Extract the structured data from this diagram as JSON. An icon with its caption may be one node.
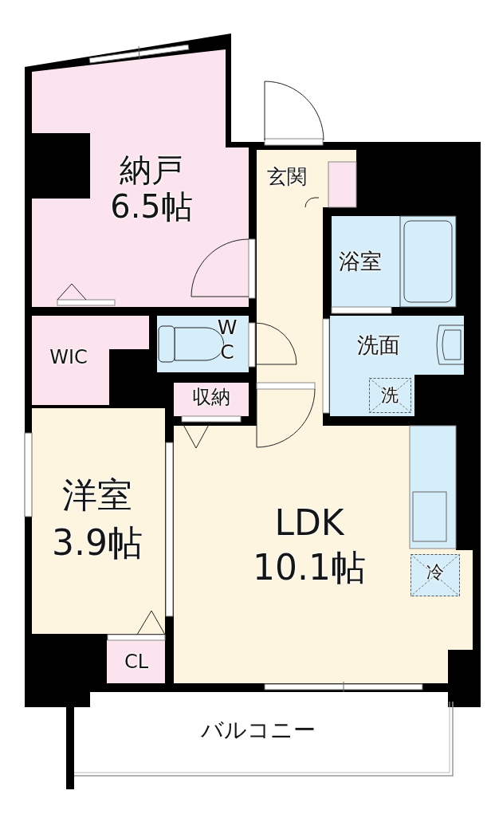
{
  "diagram": {
    "nodes": [
      {
        "text": [
          "納戸",
          "6.5帖"
        ]
      },
      {
        "text": [
          "玄関"
        ]
      },
      {
        "text": [
          "浴室"
        ]
      },
      {
        "text": [
          "WC"
        ]
      },
      {
        "text": [
          "WIC"
        ]
      },
      {
        "text": [
          "洗面"
        ]
      },
      {
        "text": [
          "洗"
        ],
        "in": 5
      },
      {
        "text": [
          "収納"
        ]
      },
      {
        "text": [
          "洋室",
          "3.9帖"
        ]
      },
      {
        "text": [
          "LDK",
          "10.1帖"
        ]
      },
      {
        "text": [
          "冷"
        ],
        "in": 9
      },
      {
        "text": [
          "CL"
        ]
      },
      {
        "text": [
          "バルコニー"
        ]
      }
    ]
  }
}
